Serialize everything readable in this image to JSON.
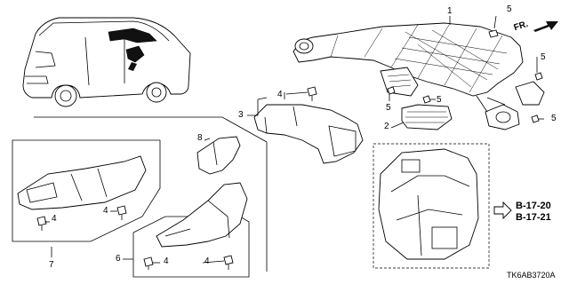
{
  "callouts": {
    "c1": "1",
    "c2": "2",
    "c3": "3",
    "c4_top": "4",
    "c4_left": "4",
    "c4_mid": "4",
    "c4_bot_a": "4",
    "c4_bot_b": "4",
    "c5_top": "5",
    "c5_right_a": "5",
    "c5_mid_a": "5",
    "c5_mid_b": "5",
    "c5_right_b": "5",
    "c6": "6",
    "c7": "7",
    "c8": "8"
  },
  "references": {
    "ref_a": "B-17-20",
    "ref_b": "B-17-21"
  },
  "direction": {
    "label": "FR."
  },
  "diagram_code": "TK6AB3720A"
}
